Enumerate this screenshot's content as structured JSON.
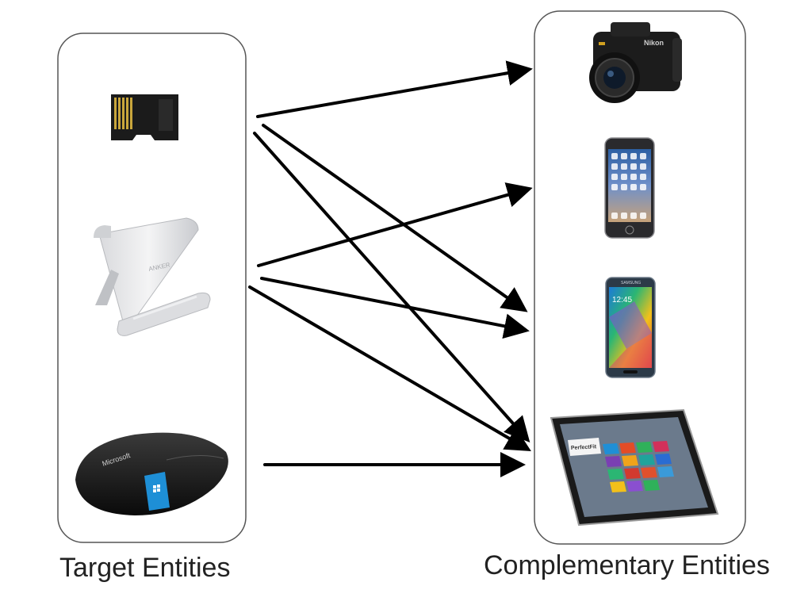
{
  "groups": {
    "target": {
      "label": "Target Entities",
      "items": [
        "memory-card",
        "tablet-stand",
        "mouse"
      ]
    },
    "complementary": {
      "label": "Complementary Entities",
      "items": [
        "camera",
        "iphone",
        "galaxy-phone",
        "surface-tablet"
      ]
    }
  },
  "devices": {
    "mouse_brand": "Microsoft",
    "stand_brand": "ANKER",
    "camera_brand": "Nikon",
    "galaxy_brand": "SAMSUNG",
    "galaxy_time": "12:45",
    "tablet_app": "PerfectFit"
  },
  "edges": [
    {
      "from": "memory-card",
      "to": "camera"
    },
    {
      "from": "memory-card",
      "to": "galaxy-phone"
    },
    {
      "from": "memory-card",
      "to": "surface-tablet"
    },
    {
      "from": "tablet-stand",
      "to": "iphone"
    },
    {
      "from": "tablet-stand",
      "to": "galaxy-phone"
    },
    {
      "from": "tablet-stand",
      "to": "surface-tablet"
    },
    {
      "from": "mouse",
      "to": "surface-tablet"
    }
  ],
  "colors": {
    "box_stroke": "#555555",
    "arrow": "#000000",
    "caption": "#222222"
  }
}
